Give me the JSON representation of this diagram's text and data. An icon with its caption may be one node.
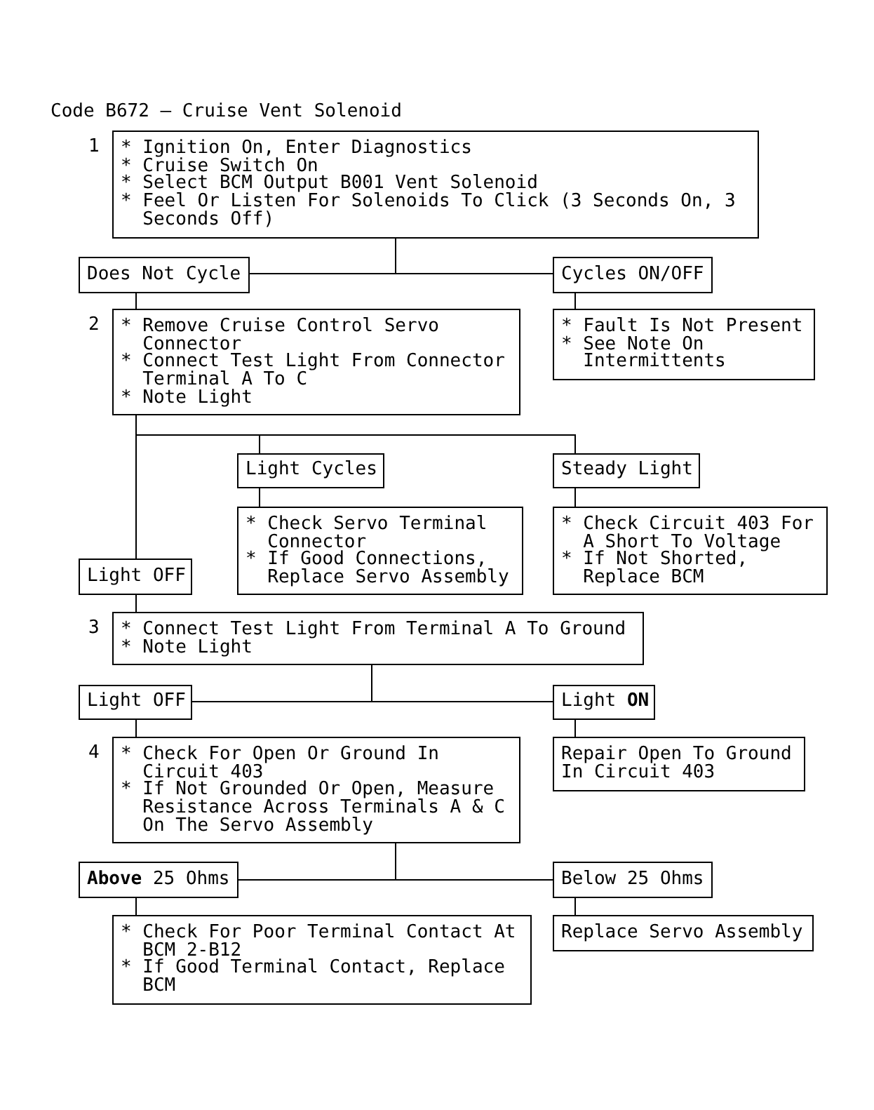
{
  "diagram": {
    "title": "Code B672 – Cruise Vent Solenoid",
    "nodes": [
      {
        "text": [
          "* Ignition On, Enter Diagnostics",
          "* Cruise Switch On",
          "* Select BCM Output B001 Vent Solenoid",
          "* Feel Or Listen For Solenoids To Click (3 Seconds On, 3 Seconds Off)"
        ],
        "beside": [
          "1"
        ]
      },
      {
        "text": [
          "Does Not Cycle"
        ]
      },
      {
        "text": [
          "Cycles ON/OFF"
        ]
      },
      {
        "text": [
          "* Remove Cruise Control Servo Connector",
          "* Connect Test Light From Connector Terminal A To C",
          "* Note Light"
        ],
        "beside": [
          "2"
        ]
      },
      {
        "text": [
          "* Fault Is Not Present",
          "* See Note On Intermittents"
        ]
      },
      {
        "text": [
          "Light Cycles"
        ]
      },
      {
        "text": [
          "Steady Light"
        ]
      },
      {
        "text": [
          "* Check Servo Terminal Connector",
          "* If Good Connections, Replace Servo Assembly"
        ]
      },
      {
        "text": [
          "* Check Circuit 403 For A Short To Voltage",
          "* If Not Shorted, Replace BCM"
        ]
      },
      {
        "text": [
          "Light OFF"
        ]
      },
      {
        "text": [
          "* Connect Test Light From Terminal A To Ground",
          "* Note Light"
        ],
        "beside": [
          "3"
        ]
      },
      {
        "text": [
          "Light OFF"
        ]
      },
      {
        "text": [
          "Light **ON**"
        ]
      },
      {
        "text": [
          "* Check For Open Or Ground In Circuit 403",
          "* If Not Grounded Or Open, Measure Resistance Across Terminals A & C On The Servo Assembly"
        ],
        "beside": [
          "4"
        ]
      },
      {
        "text": [
          "Repair Open To Ground In Circuit 403"
        ]
      },
      {
        "text": [
          "**Above** 25 Ohms"
        ]
      },
      {
        "text": [
          "Below 25 Ohms"
        ]
      },
      {
        "text": [
          "* Check For Poor Terminal Contact At BCM 2-B12",
          "* If Good Terminal Contact, Replace BCM"
        ]
      },
      {
        "text": [
          "Replace Servo Assembly"
        ]
      }
    ],
    "edges": [
      {
        "from": 0,
        "to": 1,
        "arrow": "none"
      },
      {
        "from": 0,
        "to": 2,
        "arrow": "none"
      },
      {
        "from": 1,
        "to": 3,
        "arrow": "none"
      },
      {
        "from": 2,
        "to": 4,
        "arrow": "none"
      },
      {
        "from": 3,
        "to": 5,
        "arrow": "none"
      },
      {
        "from": 3,
        "to": 6,
        "arrow": "none"
      },
      {
        "from": 3,
        "to": 9,
        "arrow": "none"
      },
      {
        "from": 5,
        "to": 7,
        "arrow": "none"
      },
      {
        "from": 6,
        "to": 8,
        "arrow": "none"
      },
      {
        "from": 9,
        "to": 10,
        "arrow": "none"
      },
      {
        "from": 10,
        "to": 11,
        "arrow": "none"
      },
      {
        "from": 10,
        "to": 12,
        "arrow": "none"
      },
      {
        "from": 11,
        "to": 13,
        "arrow": "none"
      },
      {
        "from": 12,
        "to": 14,
        "arrow": "none"
      },
      {
        "from": 13,
        "to": 15,
        "arrow": "none"
      },
      {
        "from": 13,
        "to": 16,
        "arrow": "none"
      },
      {
        "from": 15,
        "to": 17,
        "arrow": "none"
      },
      {
        "from": 16,
        "to": 18,
        "arrow": "none"
      }
    ]
  }
}
